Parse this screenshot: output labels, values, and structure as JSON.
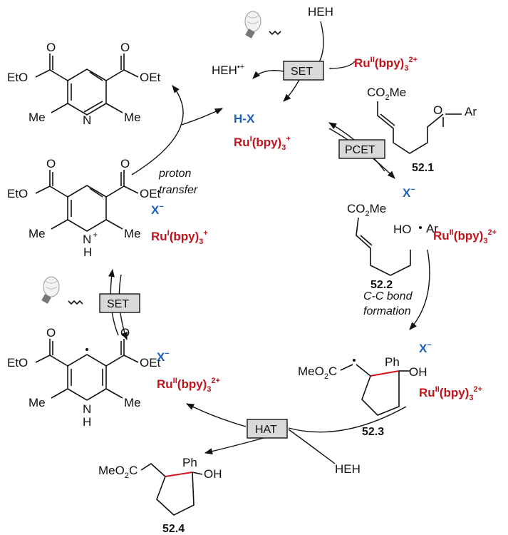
{
  "labels": {
    "heh_top": "HEH",
    "heh_radical_cation": "HEH",
    "heh_radical_cation_sup": "•+",
    "heh_bottom": "HEH",
    "hx": "H-X",
    "x_minus": "X",
    "x_minus_sup": "−",
    "proton_transfer_1": "proton",
    "proton_transfer_2": "transfer",
    "cc_bond_1": "C-C bond",
    "cc_bond_2": "formation"
  },
  "ruthenium": {
    "ru": "Ru",
    "ox_II": "II",
    "ox_I": "I",
    "ligand": "(bpy)",
    "sub3": "3",
    "charge_2plus": "2+",
    "charge_plus": "+"
  },
  "boxes": {
    "set_top": "SET",
    "pcet": "PCET",
    "set_left": "SET",
    "hat": "HAT"
  },
  "compounds": {
    "c521": "52.1",
    "c522": "52.2",
    "c523": "52.3",
    "c524": "52.4"
  },
  "atoms": {
    "co2me": "CO",
    "sub2": "2",
    "me": "Me",
    "meo2c_a": "MeO",
    "meo2c_b": "C",
    "o": "O",
    "ar": "Ar",
    "ho": "HO",
    "oh": "OH",
    "ph": "Ph",
    "eto": "EtO",
    "oet": "OEt",
    "n": "N",
    "h": "H",
    "nh": "N",
    "plus": "+"
  }
}
